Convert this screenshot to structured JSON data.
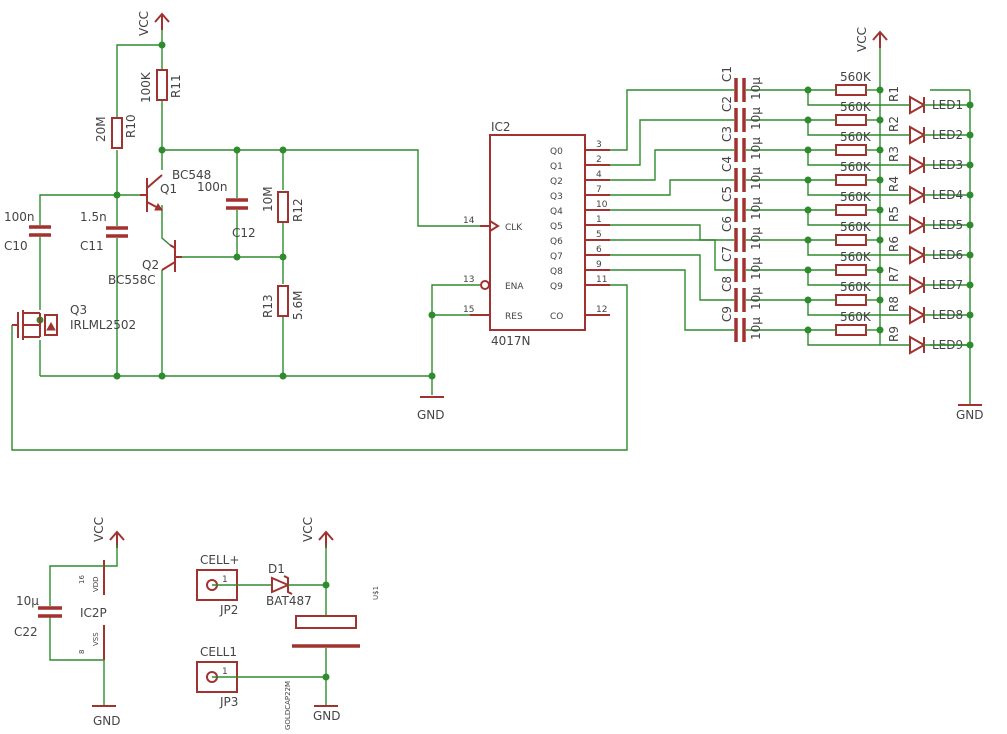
{
  "net": {
    "vcc": "VCC",
    "gnd": "GND"
  },
  "ic2": {
    "name": "IC2",
    "part": "4017N",
    "pins_right": [
      {
        "label": "Q0",
        "num": "3"
      },
      {
        "label": "Q1",
        "num": "2"
      },
      {
        "label": "Q2",
        "num": "4"
      },
      {
        "label": "Q3",
        "num": "7"
      },
      {
        "label": "Q4",
        "num": "10"
      },
      {
        "label": "Q5",
        "num": "1"
      },
      {
        "label": "Q6",
        "num": "5"
      },
      {
        "label": "Q7",
        "num": "6"
      },
      {
        "label": "Q8",
        "num": "9"
      },
      {
        "label": "Q9",
        "num": "11"
      },
      {
        "label": "CO",
        "num": "12"
      }
    ],
    "clk": {
      "label": "CLK",
      "num": "14"
    },
    "ena": {
      "label": "ENA",
      "num": "13"
    },
    "res": {
      "label": "RES",
      "num": "15"
    }
  },
  "osc": {
    "r11": {
      "name": "R11",
      "value": "100K"
    },
    "r10": {
      "name": "R10",
      "value": "20M"
    },
    "r12": {
      "name": "R12",
      "value": "10M"
    },
    "r13": {
      "name": "R13",
      "value": "5.6M"
    },
    "c10": {
      "name": "C10",
      "value": "100n"
    },
    "c11": {
      "name": "C11",
      "value": "1.5n"
    },
    "c12": {
      "name": "C12",
      "value": "100n"
    },
    "q1": {
      "name": "Q1",
      "part": "BC548"
    },
    "q2": {
      "name": "Q2",
      "part": "BC558C"
    },
    "q3": {
      "name": "Q3",
      "part": "IRLML2502"
    }
  },
  "channels": [
    {
      "cap": "C1",
      "cval": "10µ",
      "res": "R1",
      "rval": "560K",
      "led": "LED1"
    },
    {
      "cap": "C2",
      "cval": "10µ",
      "res": "R2",
      "rval": "560K",
      "led": "LED2"
    },
    {
      "cap": "C3",
      "cval": "10µ",
      "res": "R3",
      "rval": "560K",
      "led": "LED3"
    },
    {
      "cap": "C4",
      "cval": "10µ",
      "res": "R4",
      "rval": "560K",
      "led": "LED4"
    },
    {
      "cap": "C5",
      "cval": "10µ",
      "res": "R5",
      "rval": "560K",
      "led": "LED5"
    },
    {
      "cap": "C6",
      "cval": "10µ",
      "res": "R6",
      "rval": "560K",
      "led": "LED6"
    },
    {
      "cap": "C7",
      "cval": "10µ",
      "res": "R7",
      "rval": "560K",
      "led": "LED7"
    },
    {
      "cap": "C8",
      "cval": "10µ",
      "res": "R8",
      "rval": "560K",
      "led": "LED8"
    },
    {
      "cap": "C9",
      "cval": "10µ",
      "res": "R9",
      "rval": "560K",
      "led": "LED9"
    }
  ],
  "power": {
    "ic2p": "IC2P",
    "vdd": "VDD",
    "vss": "VSS",
    "pin_vdd": "16",
    "pin_vss": "8",
    "c22": {
      "name": "C22",
      "value": "10µ"
    }
  },
  "supply": {
    "jp2": {
      "name": "JP2",
      "label": "CELL+",
      "pin": "1"
    },
    "jp3": {
      "name": "JP3",
      "label": "CELL1",
      "pin": "1"
    },
    "d1": {
      "name": "D1",
      "part": "BAT487"
    },
    "u1": {
      "name": "U$1",
      "part": "GOLDCAP22M"
    }
  }
}
